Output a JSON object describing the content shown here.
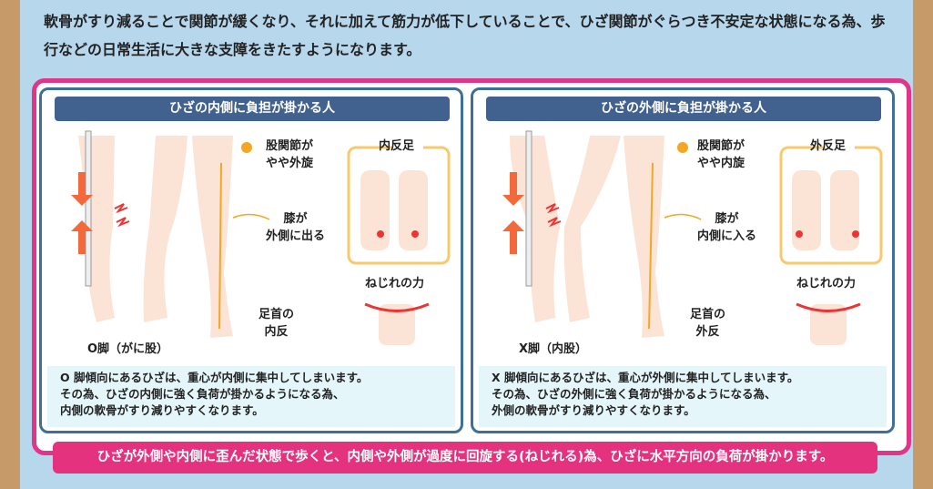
{
  "intro": "軟骨がすり減ることで関節が緩くなり、それに加えて筋力が低下していることで、ひざ関節がぐらつき不安定な状態になる為、歩行などの日常生活に大きな支障をきたすようになります。",
  "panels": [
    {
      "title": "ひざの内側に負担が掛かる人",
      "leg_type": "O脚（がに股）",
      "hip": "股関節が\nやや外旋",
      "knee": "膝が\n外側に出る",
      "ankle": "足首の\n内反",
      "foot_type": "内反足",
      "twist": "ねじれの力",
      "info": [
        "O 脚傾向にあるひざは、重心が内側に集中してしまいます。",
        "その為、ひざの内側に強く負荷が掛かるようになる為、",
        "内側の軟骨がすり減りやすくなります。"
      ]
    },
    {
      "title": "ひざの外側に負担が掛かる人",
      "leg_type": "X脚（内股）",
      "hip": "股関節が\nやや内旋",
      "knee": "膝が\n内側に入る",
      "ankle": "足首の\n外反",
      "foot_type": "外反足",
      "twist": "ねじれの力",
      "info": [
        "X 脚傾向にあるひざは、重心が外側に集中してしまいます。",
        "その為、ひざの外側に強く負荷が掛かるようになる為、",
        "外側の軟骨がすり減りやすくなります。"
      ]
    }
  ],
  "footer": "ひざが外側や内側に歪んだ状態で歩くと、内側や外側が過度に回旋する(ねじれる)為、ひざに水平方向の負荷が掛かります。",
  "colors": {
    "frame": "#e0368a",
    "panel_border": "#3d6f98",
    "header": "#41628e",
    "arrow": "#f26a3c",
    "foot_box": "#f7c96b"
  }
}
